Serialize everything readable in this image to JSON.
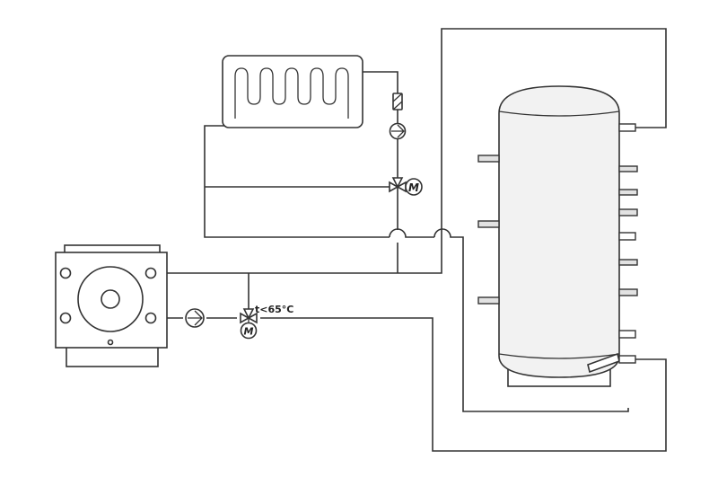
{
  "labels": {
    "temp_limit": "t<65°C",
    "motor_letter": "M"
  },
  "colors": {
    "line": "#333333",
    "tank_fill": "#f2f2f2",
    "background": "#ffffff"
  },
  "components": {
    "boiler": "solid-fuel-boiler",
    "tank": "buffer-tank",
    "radiator": "radiator",
    "pumps": [
      "circulation-pump-boiler",
      "circulation-pump-heating"
    ],
    "valves": [
      "three-way-motor-valve-heating",
      "three-way-motor-valve-boiler-return"
    ],
    "accessories": [
      "thermostatic-valve"
    ]
  }
}
